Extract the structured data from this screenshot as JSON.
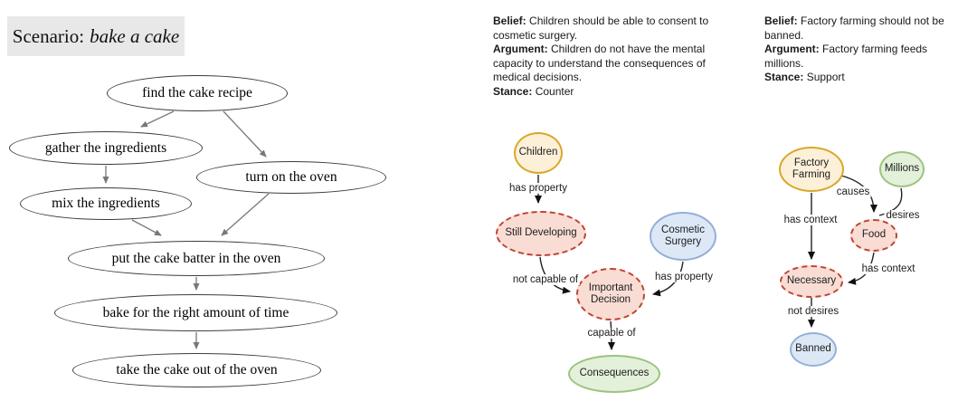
{
  "left_panel": {
    "scenario_label": "Scenario:",
    "scenario_value": "bake a cake",
    "nodes": [
      {
        "label": "find the cake recipe"
      },
      {
        "label": "gather the ingredients"
      },
      {
        "label": "turn on the oven"
      },
      {
        "label": "mix the ingredients"
      },
      {
        "label": "put the cake batter in the oven"
      },
      {
        "label": "bake for the right amount of time"
      },
      {
        "label": "take the cake out of the oven"
      }
    ]
  },
  "middle_panel": {
    "info": {
      "belief_label": "Belief:",
      "belief_text": "Children should be able to consent to cosmetic surgery.",
      "argument_label": "Argument:",
      "argument_text": "Children do not have the mental capacity to understand the consequences of medical decisions.",
      "stance_label": "Stance:",
      "stance_text": "Counter"
    },
    "nodes": {
      "children": "Children",
      "still_developing": "Still Developing",
      "cosmetic_surgery": "Cosmetic Surgery",
      "important_decision": "Important Decision",
      "consequences": "Consequences"
    },
    "edge_labels": {
      "has_property_1": "has property",
      "not_capable_of": "not capable of",
      "has_property_2": "has property",
      "capable_of": "capable of"
    }
  },
  "right_panel": {
    "info": {
      "belief_label": "Belief:",
      "belief_text": "Factory farming should not be banned.",
      "argument_label": "Argument:",
      "argument_text": "Factory farming feeds millions.",
      "stance_label": "Stance:",
      "stance_text": "Support"
    },
    "nodes": {
      "factory_farming": "Factory Farming",
      "millions": "Millions",
      "food": "Food",
      "necessary": "Necessary",
      "banned": "Banned"
    },
    "edge_labels": {
      "causes": "causes",
      "desires": "desires",
      "has_context_left": "has context",
      "has_context_right": "has context",
      "not_desires": "not desires"
    }
  },
  "colors": {
    "concept_orange_fill": "#fdf0d9",
    "concept_orange_border": "#d9a829",
    "concept_blue_fill": "#dde8f6",
    "concept_blue_border": "#94afd7",
    "concept_green_fill": "#e3f0da",
    "concept_green_border": "#9bc47e",
    "implicit_pink_fill": "#f9ddd5",
    "implicit_pink_border": "#bd4433",
    "scenario_bg": "#e8e8e8",
    "flow_edge": "#777777",
    "graph_edge": "#1a1a1a"
  }
}
